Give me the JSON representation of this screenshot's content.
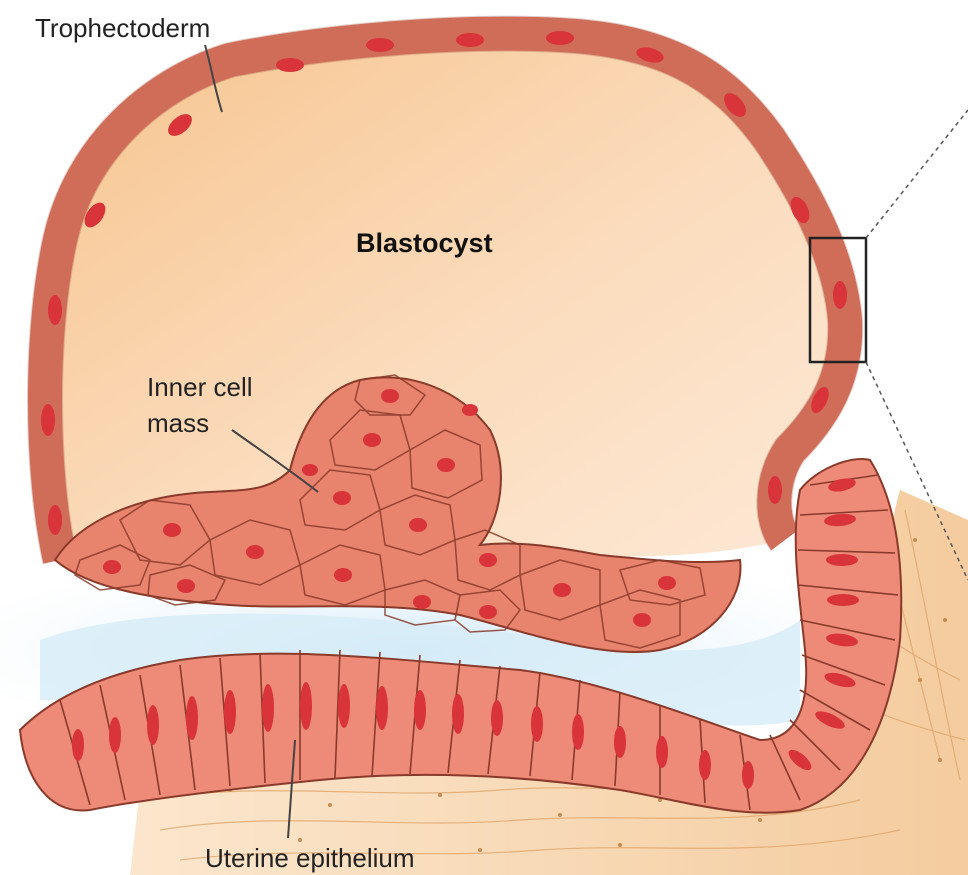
{
  "labels": {
    "trophectoderm": "Trophectoderm",
    "blastocyst": "Blastocyst",
    "inner_cell_mass_line1": "Inner cell",
    "inner_cell_mass_line2": "mass",
    "uterine_epithelium": "Uterine epithelium"
  }
}
